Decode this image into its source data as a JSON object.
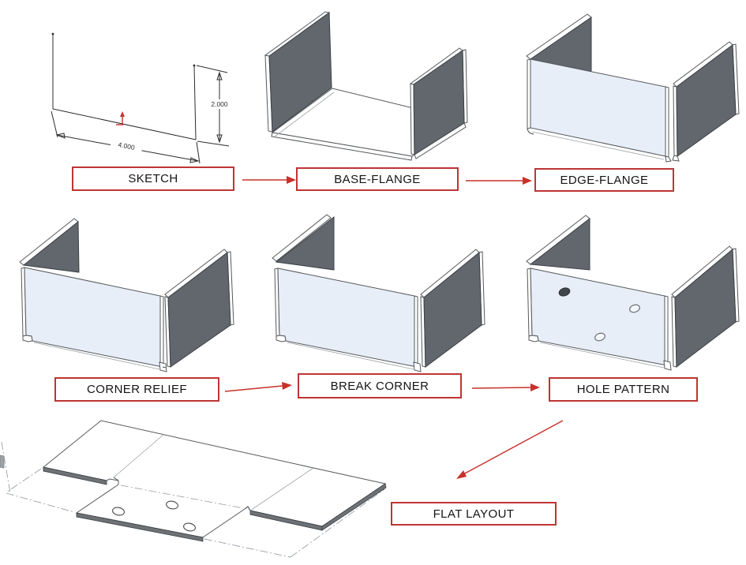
{
  "diagram": {
    "steps": [
      {
        "id": "sketch",
        "label": "SKETCH"
      },
      {
        "id": "base-flange",
        "label": "BASE-FLANGE"
      },
      {
        "id": "edge-flange",
        "label": "EDGE-FLANGE"
      },
      {
        "id": "corner-relief",
        "label": "CORNER RELIEF"
      },
      {
        "id": "break-corner",
        "label": "BREAK CORNER"
      },
      {
        "id": "hole-pattern",
        "label": "HOLE PATTERN"
      },
      {
        "id": "flat-layout",
        "label": "FLAT LAYOUT"
      }
    ],
    "sketch_dims": {
      "width": "4.000",
      "height": "2.000"
    },
    "colors": {
      "box_border": "#bf3434",
      "arrow": "#c8312b",
      "panel_dark": "#62676e",
      "panel_light": "#e8eef7",
      "drawing_line": "#4a4e52"
    },
    "hole_count": 3
  }
}
